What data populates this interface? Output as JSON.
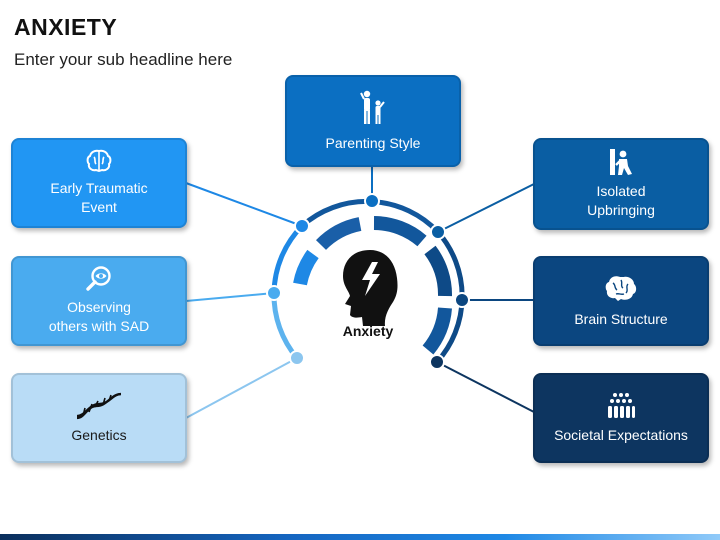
{
  "header": {
    "title": "ANXIETY",
    "subtitle": "Enter your sub headline here"
  },
  "center": {
    "label": "Anxiety",
    "icon": "head-lightning-icon"
  },
  "causes": [
    {
      "id": "parenting-style",
      "label": "Parenting Style",
      "icon": "parent-child-icon",
      "color": "#0b6fc2"
    },
    {
      "id": "early-traumatic-event",
      "label": "Early Traumatic\nEvent",
      "icon": "brain-icon",
      "color": "#2196f3"
    },
    {
      "id": "observing-others",
      "label": "Observing\nothers with SAD",
      "icon": "magnifier-eye-icon",
      "color": "#4aabef"
    },
    {
      "id": "genetics",
      "label": "Genetics",
      "icon": "dna-icon",
      "color": "#b9dcf6"
    },
    {
      "id": "isolated-upbringing",
      "label": "Isolated\nUpbringing",
      "icon": "sad-person-icon",
      "color": "#0a5ea3"
    },
    {
      "id": "brain-structure",
      "label": "Brain Structure",
      "icon": "brain-icon",
      "color": "#0b4680"
    },
    {
      "id": "societal-expectations",
      "label": "Societal Expectations",
      "icon": "crowd-icon",
      "color": "#0d3560"
    }
  ],
  "colors": {
    "ring_dark": "#12579c",
    "ring_blue": "#1e88e5",
    "ring_light": "#5db3ee",
    "bottom_bar": "#0b2f5c"
  }
}
